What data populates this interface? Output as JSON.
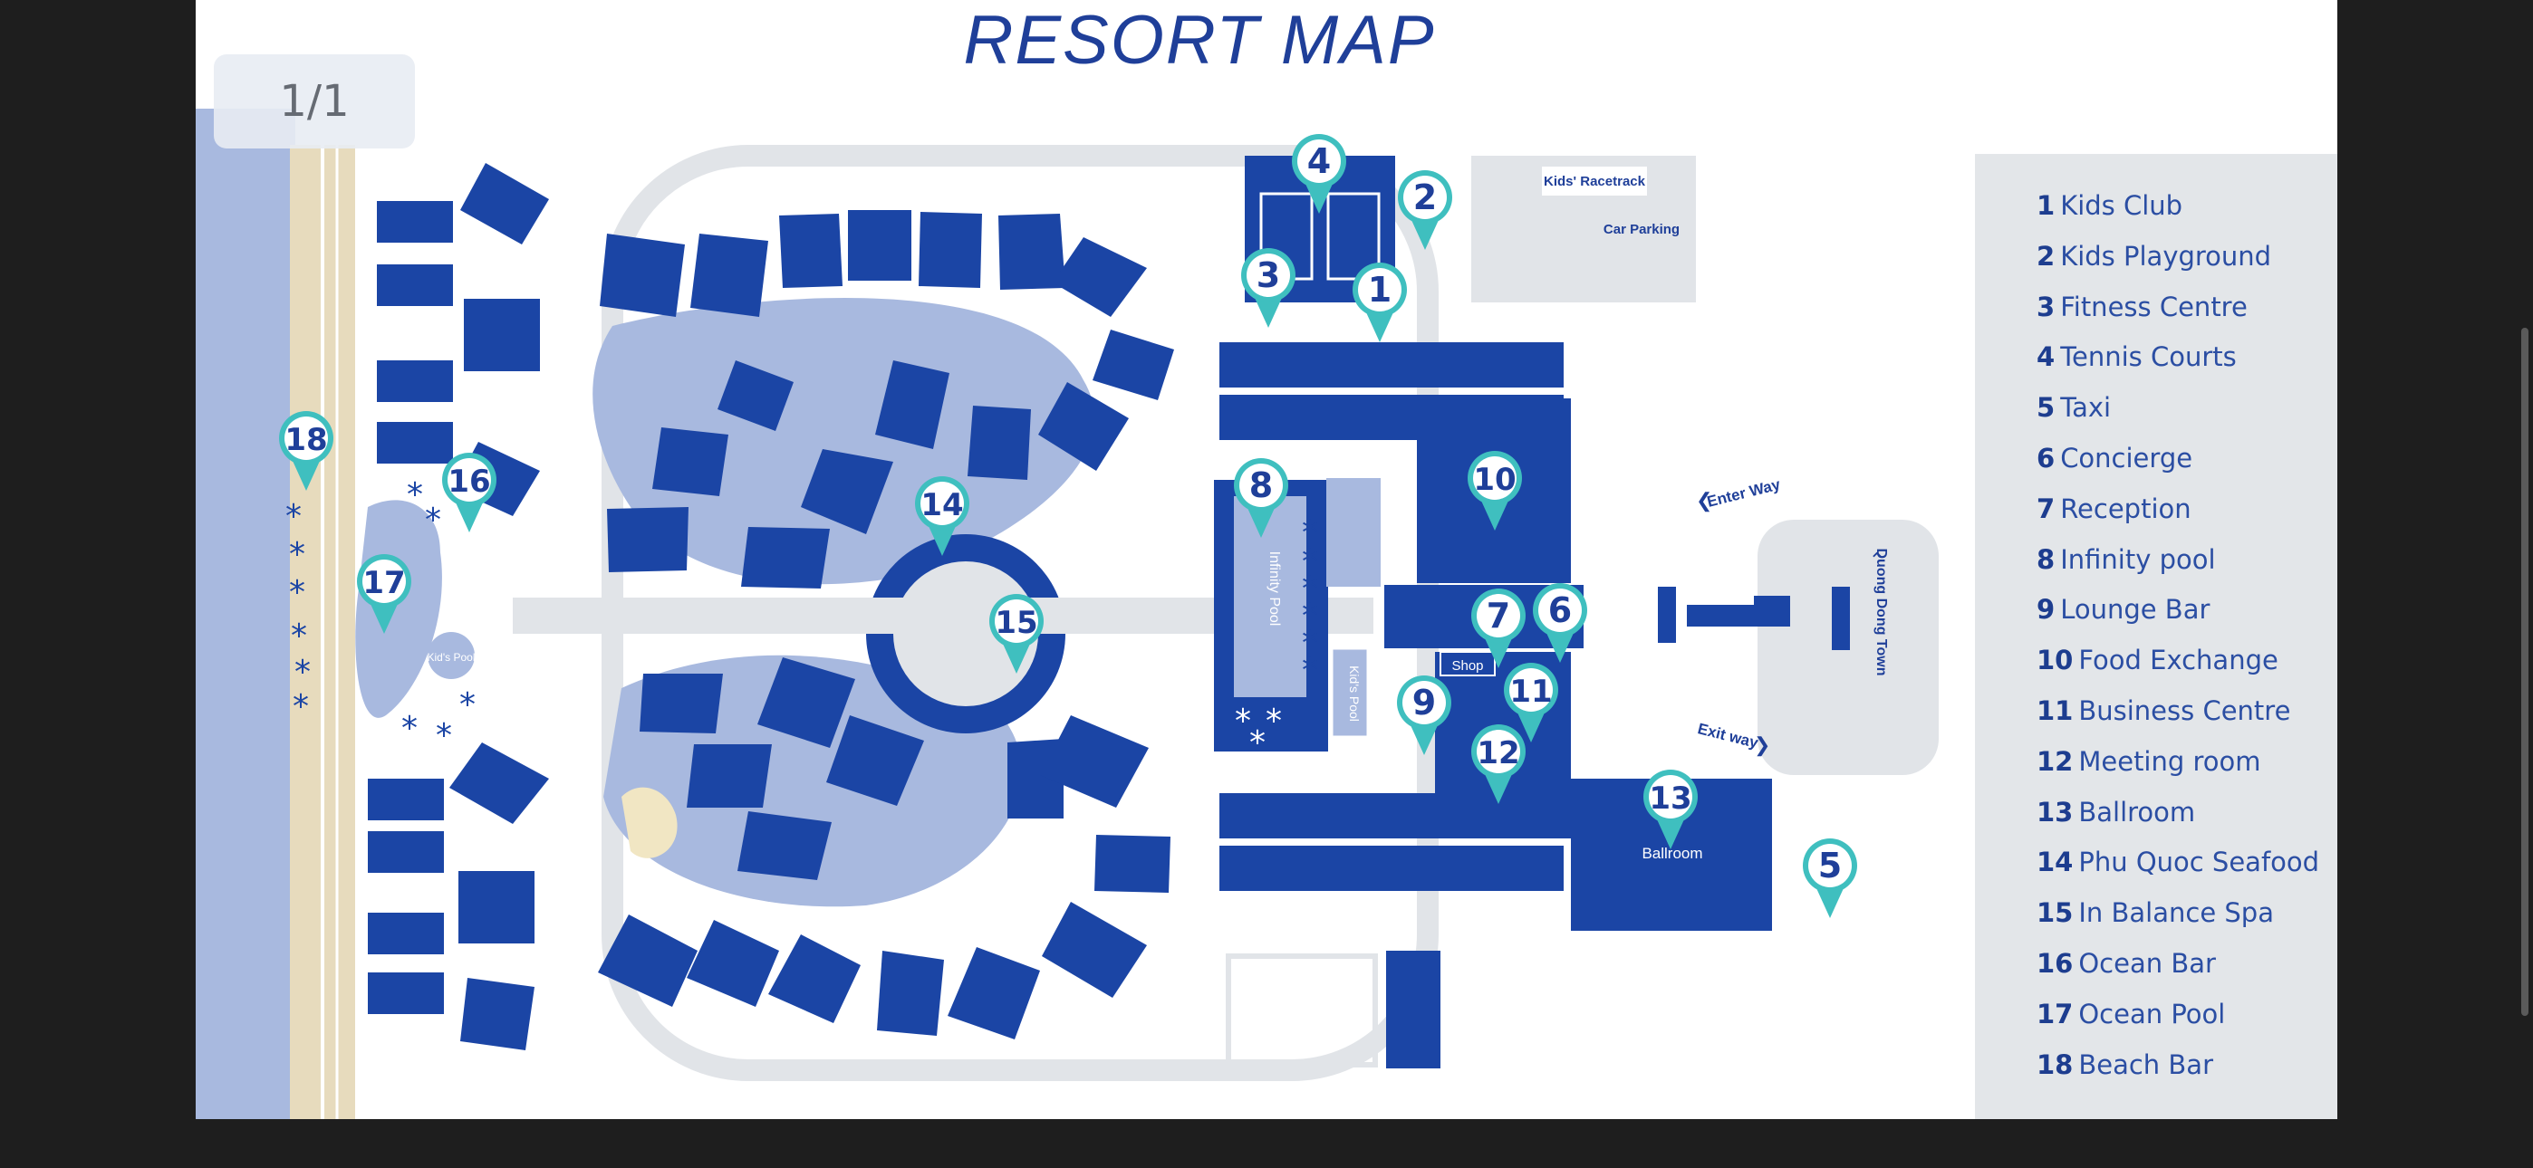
{
  "viewer": {
    "title": "RESORT MAP",
    "page_indicator": "1/1"
  },
  "map": {
    "area_labels": {
      "kids_racetrack": "Kids' Racetrack",
      "car_parking": "Car Parking",
      "infinity_pool": "Infinity Pool",
      "kids_pool_main": "Kid's Pool",
      "kids_pool_beach": "Kid's Pool",
      "shop": "Shop",
      "ballroom": "Ballroom",
      "enter_way": "Enter Way",
      "exit_way": "Exit way",
      "duong_dong_town": "Duong Dong Town"
    },
    "markers": [
      "1",
      "2",
      "3",
      "4",
      "5",
      "6",
      "7",
      "8",
      "9",
      "10",
      "11",
      "12",
      "13",
      "14",
      "15",
      "16",
      "17",
      "18"
    ]
  },
  "legend": {
    "items": [
      {
        "num": "1",
        "label": "Kids Club"
      },
      {
        "num": "2",
        "label": "Kids Playground"
      },
      {
        "num": "3",
        "label": "Fitness Centre"
      },
      {
        "num": "4",
        "label": "Tennis Courts"
      },
      {
        "num": "5",
        "label": "Taxi"
      },
      {
        "num": "6",
        "label": "Concierge"
      },
      {
        "num": "7",
        "label": "Reception"
      },
      {
        "num": "8",
        "label": "Infinity pool"
      },
      {
        "num": "9",
        "label": "Lounge Bar"
      },
      {
        "num": "10",
        "label": "Food Exchange"
      },
      {
        "num": "11",
        "label": "Business Centre"
      },
      {
        "num": "12",
        "label": "Meeting room"
      },
      {
        "num": "13",
        "label": "Ballroom"
      },
      {
        "num": "14",
        "label": "Phu Quoc Seafood"
      },
      {
        "num": "15",
        "label": "In Balance Spa"
      },
      {
        "num": "16",
        "label": "Ocean Bar"
      },
      {
        "num": "17",
        "label": "Ocean Pool"
      },
      {
        "num": "18",
        "label": "Beach Bar"
      }
    ]
  },
  "colors": {
    "building": "#1b45a5",
    "water": "#a8b9df",
    "path": "#e1e4e8",
    "sand": "#e7dbbd",
    "marker": "#3fbfbf",
    "text_dark": "#1f3f99"
  }
}
